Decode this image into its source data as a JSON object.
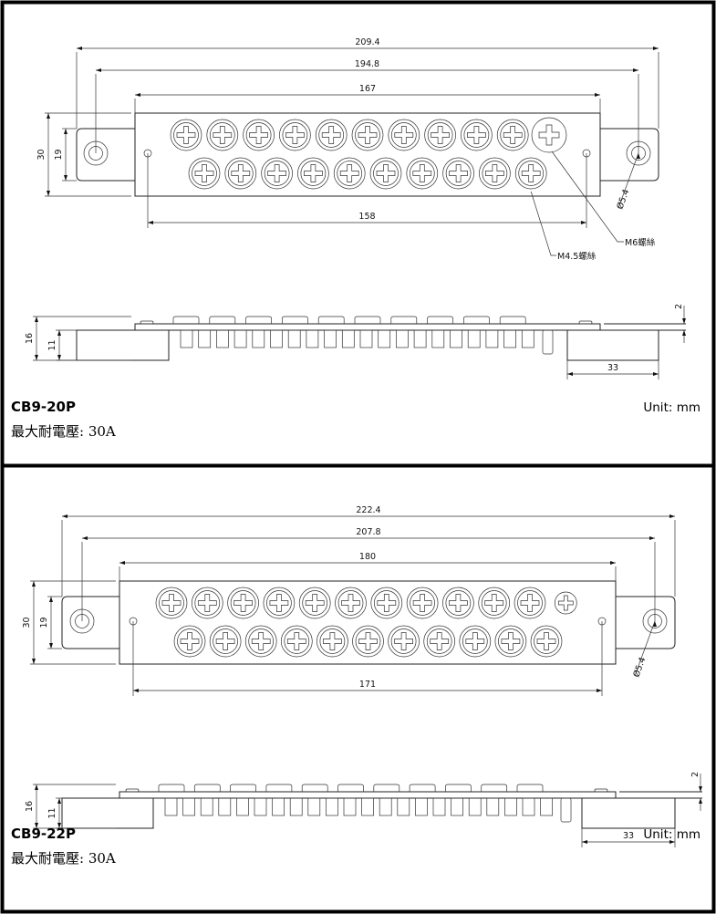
{
  "panels": [
    {
      "model": "CB9-20P",
      "rating": "最大耐電壓: 30A",
      "unit": "Unit: mm",
      "top_screws": 11,
      "bottom_screws": 10,
      "dims": {
        "overall": "209.4",
        "ear_holes": "194.8",
        "body": "167",
        "small_holes": "158",
        "height": "30",
        "ear_height": "19",
        "side_height": "16",
        "block_height": "11",
        "plate": "2",
        "block_width": "33",
        "hole_dia": "Ø5.4"
      },
      "callouts": {
        "m6": "M6螺絲",
        "m45": "M4.5螺絲"
      }
    },
    {
      "model": "CB9-22P",
      "rating": "最大耐電壓: 30A",
      "unit": "Unit: mm",
      "top_screws": 12,
      "bottom_screws": 11,
      "dims": {
        "overall": "222.4",
        "ear_holes": "207.8",
        "body": "180",
        "small_holes": "171",
        "height": "30",
        "ear_height": "19",
        "side_height": "16",
        "block_height": "11",
        "plate": "2",
        "block_width": "33",
        "hole_dia": "Ø5.4"
      }
    }
  ]
}
